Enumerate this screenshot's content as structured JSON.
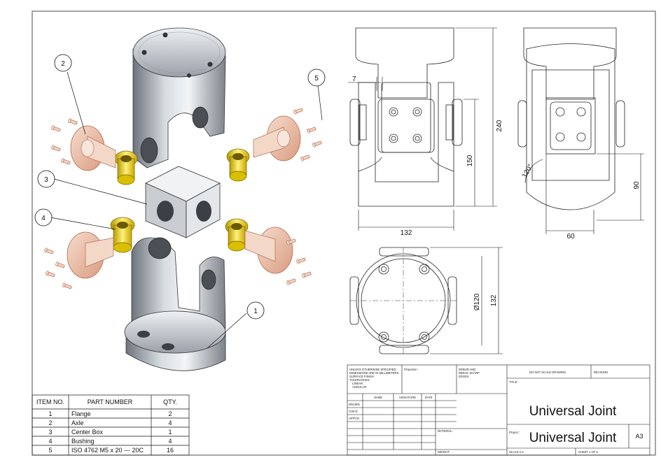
{
  "callouts": [
    "1",
    "2",
    "3",
    "4",
    "5"
  ],
  "bom": {
    "headers": [
      "ITEM NO.",
      "PART NUMBER",
      "QTY."
    ],
    "rows": [
      [
        "1",
        "Flange",
        "2"
      ],
      [
        "2",
        "Axle",
        "4"
      ],
      [
        "3",
        "Center Box",
        "1"
      ],
      [
        "4",
        "Bushing",
        "4"
      ],
      [
        "5",
        "ISO 4762 M5 x 20 --- 20C",
        "16"
      ]
    ]
  },
  "dimensions": {
    "d7": "7",
    "d240": "240",
    "d150": "150",
    "d132a": "132",
    "d120deg": "120°",
    "d90": "90",
    "d60": "60",
    "d120dia": "Ø120",
    "d132b": "132"
  },
  "title_block": {
    "unless_lines": [
      "UNLESS OTHERWISE SPECIFIED:",
      "DIMENSIONS ARE IN MILLIMETERS",
      "SURFACE FINISH:",
      "TOLERANCES:",
      "LINEAR:",
      "ANGULAR:"
    ],
    "projection": "Projection :",
    "deburr_lines": [
      "DEBUR AND",
      "BREAK SHARP",
      "EDGES"
    ],
    "do_not_scale": "DO NOT SCALE DRAWING",
    "revision": "REVISION",
    "col_headers": [
      "NAME",
      "SIGNATURE",
      "DATE"
    ],
    "row_labels": [
      "DRAWN",
      "CHK'D",
      "APPV'D"
    ],
    "material": "MATERIAL:",
    "weight": "WEIGHT:",
    "title_label": "TITLE:",
    "title": "Universal Joint",
    "project_label": "Project :",
    "project": "Universal Joint",
    "size": "A3",
    "scale": "SCALE:1:2",
    "sheet": "SHEET 1 OF 5"
  }
}
